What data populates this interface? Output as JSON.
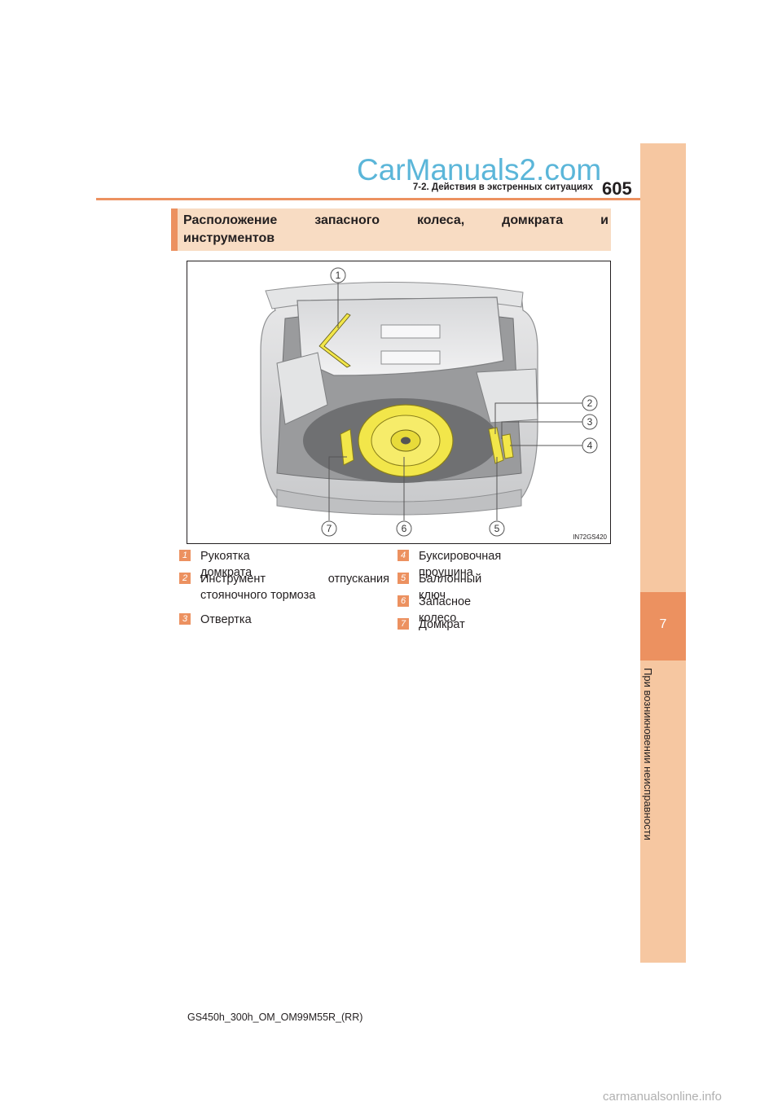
{
  "watermark": "CarManuals2.com",
  "header": {
    "section": "7-2. Действия в экстренных ситуациях",
    "page_number": "605"
  },
  "side_tab": {
    "chapter_number": "7",
    "chapter_title": "При возникновении неисправности"
  },
  "section": {
    "title_line1_words": [
      "Расположение",
      "запасного",
      "колеса,",
      "домкрата",
      "и"
    ],
    "title_line2": "инструментов"
  },
  "figure": {
    "code": "IN72GS420",
    "callouts": [
      "1",
      "2",
      "3",
      "4",
      "5",
      "6",
      "7"
    ]
  },
  "legend": {
    "items": [
      {
        "num": "1",
        "text": "Рукоятка домкрата"
      },
      {
        "num": "2",
        "text_line1_a": "Инструмент",
        "text_line1_b": "отпускания",
        "text_line2": "стояночного тормоза"
      },
      {
        "num": "3",
        "text": "Отвертка"
      },
      {
        "num": "4",
        "text": "Буксировочная проушина"
      },
      {
        "num": "5",
        "text": "Баллонный ключ"
      },
      {
        "num": "6",
        "text": "Запасное колесо"
      },
      {
        "num": "7",
        "text": "Домкрат"
      }
    ]
  },
  "footer": "GS450h_300h_OM_OM99M55R_(RR)",
  "bottom_watermark": "carmanualsonline.info",
  "colors": {
    "accent": "#ec9160",
    "side_band": "#f6c7a1",
    "heading_bg": "#f8dcc3",
    "highlight_yellow": "#f2e64a",
    "watermark_blue": "#5bb6d9"
  }
}
